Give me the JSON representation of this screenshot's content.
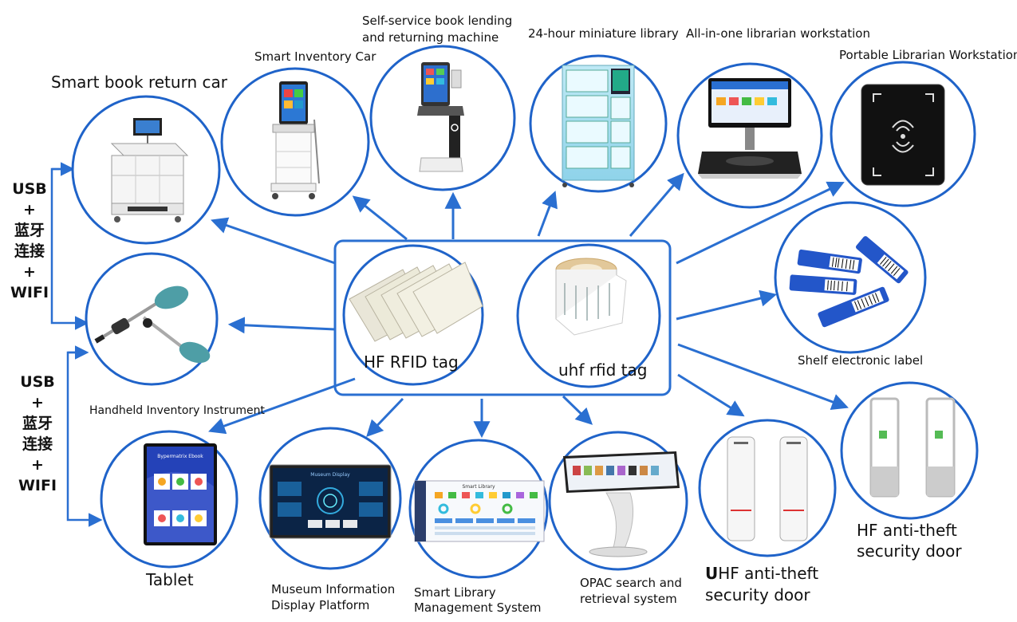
{
  "center": {
    "hf_tag": "HF RFID tag",
    "uhf_tag": "uhf rfid tag"
  },
  "nodes": {
    "smart_book_return_car": "Smart book return car",
    "smart_inventory_car": "Smart Inventory Car",
    "self_service_line1": "Self-service book lending",
    "self_service_line2": "and returning machine",
    "miniature_library": "24-hour miniature library",
    "librarian_workstation": "All-in-one librarian workstation",
    "portable_workstation": "Portable Librarian Workstation",
    "shelf_label": "Shelf electronic label",
    "handheld": "Handheld Inventory Instrument",
    "tablet": "Tablet",
    "museum_line1": "Museum Information",
    "museum_line2": "Display Platform",
    "slms_line1": "Smart Library",
    "slms_line2": "Management System",
    "opac_line1": "OPAC search and",
    "opac_line2": "retrieval system",
    "uhf_door_bold": "U",
    "uhf_door_line1": "HF anti-theft",
    "uhf_door_line2": "security door",
    "hf_door_line1": "HF anti-theft",
    "hf_door_line2": "security door"
  },
  "connections": {
    "top": [
      "USB",
      "+",
      "蓝牙",
      "连接",
      "+",
      "WIFI"
    ],
    "bottom": [
      "USB",
      "+",
      "蓝牙",
      "连接",
      "+",
      "WIFI"
    ]
  },
  "screens": {
    "tablet_header": "Bypermatrix Ebook",
    "museum_header": "Museum Display",
    "slms_header": "Smart Library"
  },
  "colors": {
    "accent": "#2a6fd1",
    "circle": "#1f63c9"
  }
}
